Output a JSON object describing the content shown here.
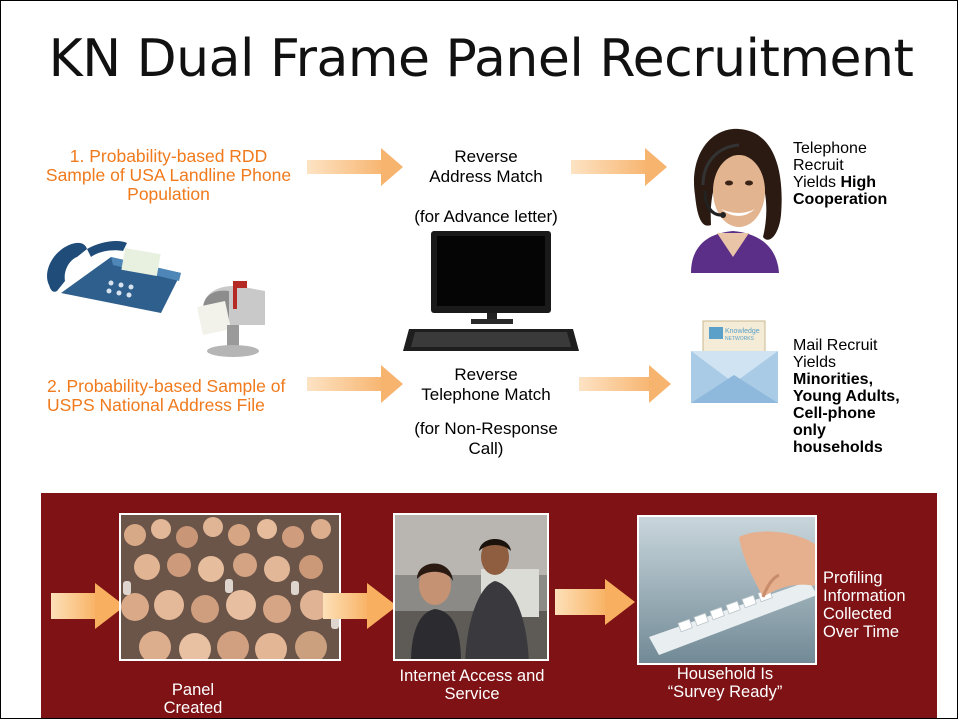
{
  "title": "KN Dual Frame Panel Recruitment",
  "rdd": {
    "label": "1. Probability-based RDD Sample of USA Landline Phone Population"
  },
  "usps": {
    "label": "2. Probability-based Sample  of USPS National Address File"
  },
  "reverse_address": {
    "line1": "Reverse",
    "line2": "Address Match",
    "note": "(for Advance letter)"
  },
  "reverse_telephone": {
    "line1": "Reverse",
    "line2": "Telephone Match",
    "note": "(for Non-Response Call)"
  },
  "telephone_recruit": {
    "line1": "Telephone",
    "line2": "Recruit",
    "line3_prefix": "Yields ",
    "line3_bold": "High",
    "line4_bold": "Cooperation"
  },
  "mail_recruit": {
    "line1": "Mail Recruit",
    "line2": "Yields",
    "bold_lines": [
      "Minorities,",
      "Young Adults,",
      "Cell-phone",
      "only",
      "households"
    ]
  },
  "envelope_logo": {
    "line1": "Knowledge",
    "line2": "NETWORKS"
  },
  "band": {
    "panel_created": "Panel Created",
    "internet_access": "Internet Access and Service",
    "survey_ready_line1": "Household  Is",
    "survey_ready_line2": "“Survey Ready”",
    "profiling": "Profiling Information Collected Over Time"
  },
  "colors": {
    "orange_text": "#f07a1c",
    "band_background": "#7e1214",
    "arrow_orange": "#f7b46e"
  },
  "icons": [
    "telephone-icon",
    "mailbox-icon",
    "computer-monitor-icon",
    "headset-operator-photo",
    "envelope-icon",
    "crowd-photo",
    "office-photo",
    "keyboard-photo"
  ]
}
